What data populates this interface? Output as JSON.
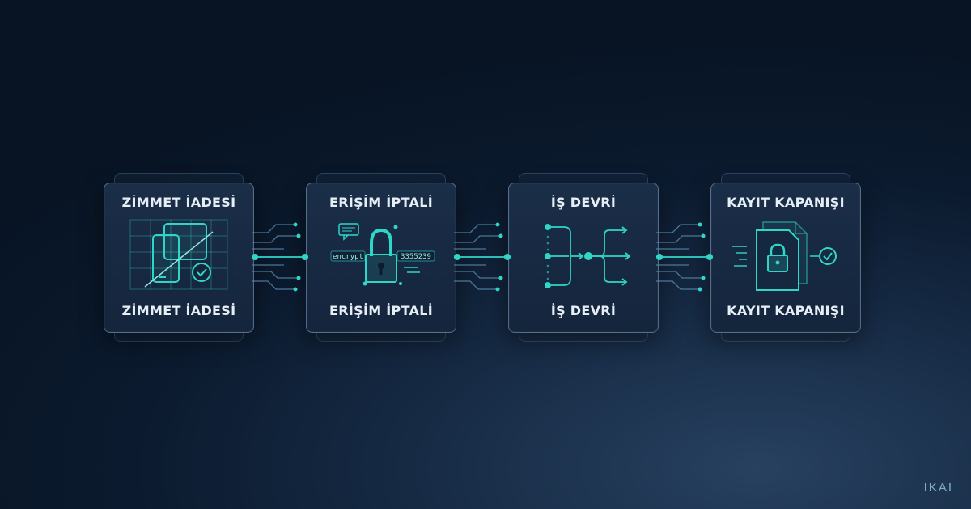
{
  "steps": [
    {
      "id": "zimmet",
      "title": "ZİMMET İADESİ",
      "caption": "ZİMMET İADESİ",
      "icon": "devices-return-icon"
    },
    {
      "id": "erisim",
      "title": "ERİŞİM İPTALİ",
      "caption": "ERİŞİM İPTALİ",
      "icon": "padlock-encrypt-icon",
      "tags": {
        "left": "encrypt",
        "right": "3355239"
      }
    },
    {
      "id": "isdevri",
      "title": "İŞ DEVRİ",
      "caption": "İŞ DEVRİ",
      "icon": "workflow-branch-icon"
    },
    {
      "id": "kayit",
      "title": "KAYIT KAPANIŞI",
      "caption": "KAYIT KAPANIŞI",
      "icon": "locked-document-icon"
    }
  ],
  "brand": "IKAI",
  "colors": {
    "accent": "#2fd6c8",
    "card_border": "#96bee1",
    "text": "#e6eef6"
  }
}
